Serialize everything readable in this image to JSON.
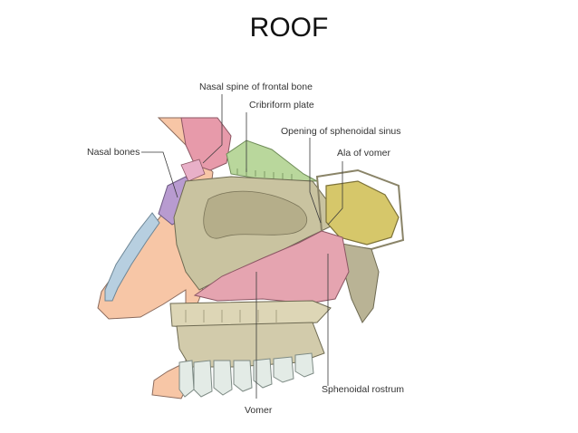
{
  "slide": {
    "title": "ROOF"
  },
  "labels": {
    "nasal_spine_frontal": "Nasal spine of frontal bone",
    "cribriform_plate": "Cribriform plate",
    "opening_sphenoidal_sinus": "Opening of sphenoidal sinus",
    "nasal_bones": "Nasal bones",
    "ala_of_vomer": "Ala of vomer",
    "sphenoidal_rostrum": "Sphenoidal rostrum",
    "vomer": "Vomer"
  },
  "colors": {
    "skin": "#f7c6a6",
    "bone": "#d8d2b4",
    "bone_shadow": "#a39d80",
    "nasal_bone_purple": "#b89bd0",
    "cartilage_blue": "#b7cfe0",
    "cribriform_green": "#b9d79c",
    "frontal_pink": "#e79aaa",
    "vomer_pink": "#e5a4b0",
    "sinus_yellow": "#d6c76a",
    "teeth": "#e3ebe6"
  }
}
